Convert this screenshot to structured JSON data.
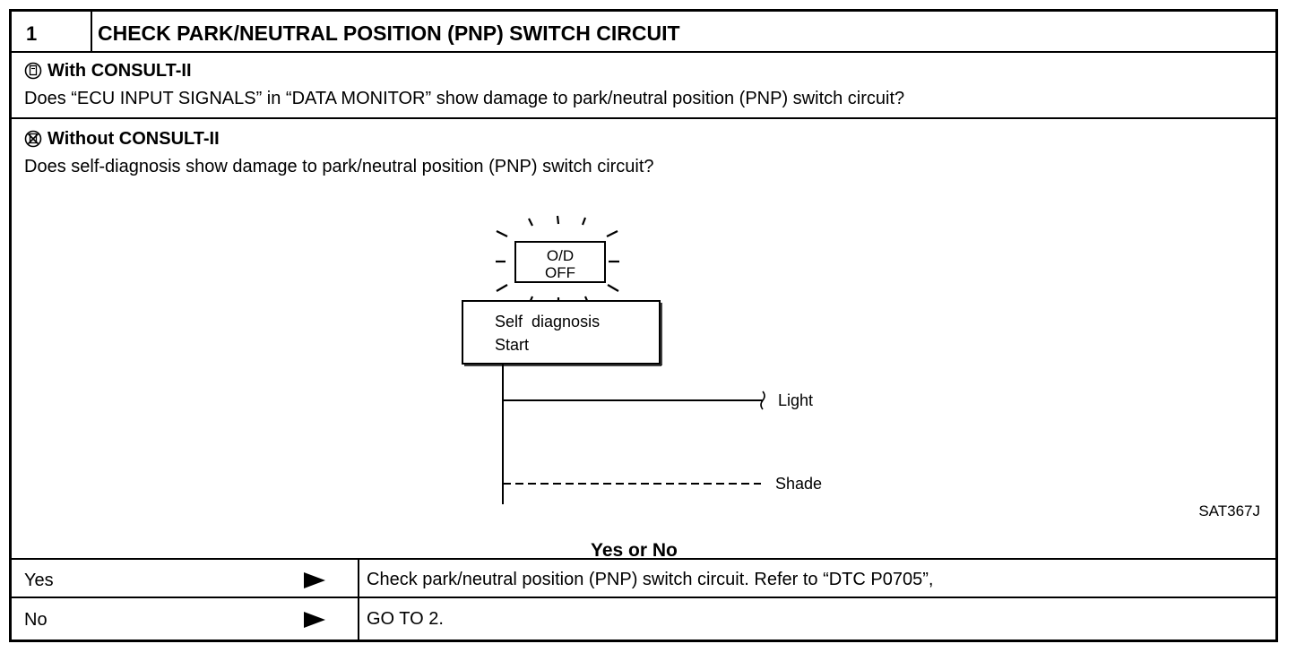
{
  "step": {
    "number": "1",
    "title": "CHECK PARK/NEUTRAL POSITION (PNP) SWITCH CIRCUIT"
  },
  "with_consult": {
    "heading": "With CONSULT-II",
    "question": "Does “ECU INPUT SIGNALS” in “DATA MONITOR” show damage to park/neutral position (PNP) switch circuit?"
  },
  "without_consult": {
    "heading": "Without CONSULT-II",
    "question": "Does self-diagnosis show damage to park/neutral position (PNP) switch circuit?"
  },
  "figure": {
    "lamp_line1": "O/D",
    "lamp_line2": "OFF",
    "box_line1": "Self  diagnosis",
    "box_line2": "Start",
    "light_label": "Light",
    "shade_label": "Shade",
    "code": "SAT367J"
  },
  "decision": {
    "heading": "Yes or No",
    "rows": [
      {
        "answer": "Yes",
        "action": "Check park/neutral position (PNP) switch circuit. Refer to “DTC P0705”,"
      },
      {
        "answer": "No",
        "action": "GO TO 2."
      }
    ]
  }
}
